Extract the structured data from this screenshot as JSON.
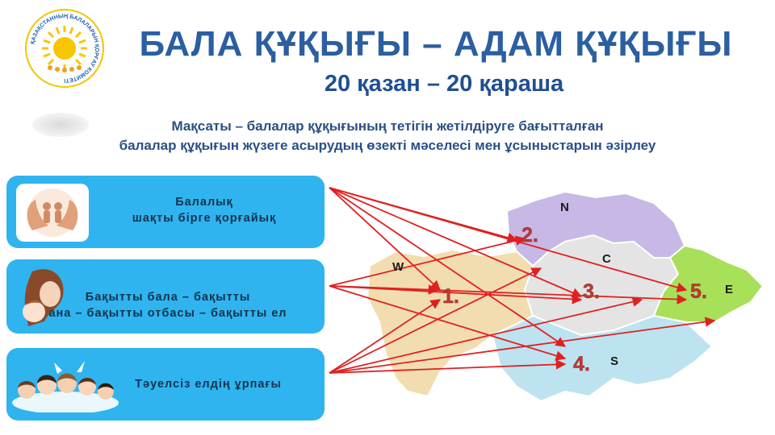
{
  "header": {
    "title": "БАЛА ҚҰҚЫҒЫ – АДАМ ҚҰҚЫҒЫ",
    "dates": "20 қазан – 20 қараша",
    "logo_icon": "sun-people-emblem-icon",
    "logo_ring_text": "ҚАЗАҚСТАННЫҢ БАЛАЛАРЫН ҚОРҒАУ КОМИТЕТІ"
  },
  "goal": {
    "line1": "Мақсаты – балалар құқығының тетігін жетілдіруге бағытталған",
    "line2": "балалар құқығын жүзеге асырудың өзекті мәселесі мен ұсыныстарын әзірлеу"
  },
  "cards": [
    {
      "line1": "Балалық",
      "line2": "шақты бірге қорғайық",
      "icon": "protecting-hands-icon"
    },
    {
      "line1": "Бақытты бала – бақытты",
      "line2": "ана – бақытты отбасы –  бақытты ел",
      "icon": "mother-child-icon"
    },
    {
      "line1": "Тәуелсіз елдің ұрпағы",
      "icon": "children-group-icon"
    }
  ],
  "map": {
    "regions": [
      {
        "number": "1.",
        "letter": "W",
        "color": "#f2ddb0"
      },
      {
        "number": "2.",
        "letter": "N",
        "color": "#c7b8e6"
      },
      {
        "number": "3.",
        "letter": "C",
        "color": "#e4e4e4"
      },
      {
        "number": "4.",
        "letter": "S",
        "color": "#bde3f0"
      },
      {
        "number": "5.",
        "letter": "E",
        "color": "#a8e05a"
      }
    ],
    "arrow_color": "#e02020"
  }
}
